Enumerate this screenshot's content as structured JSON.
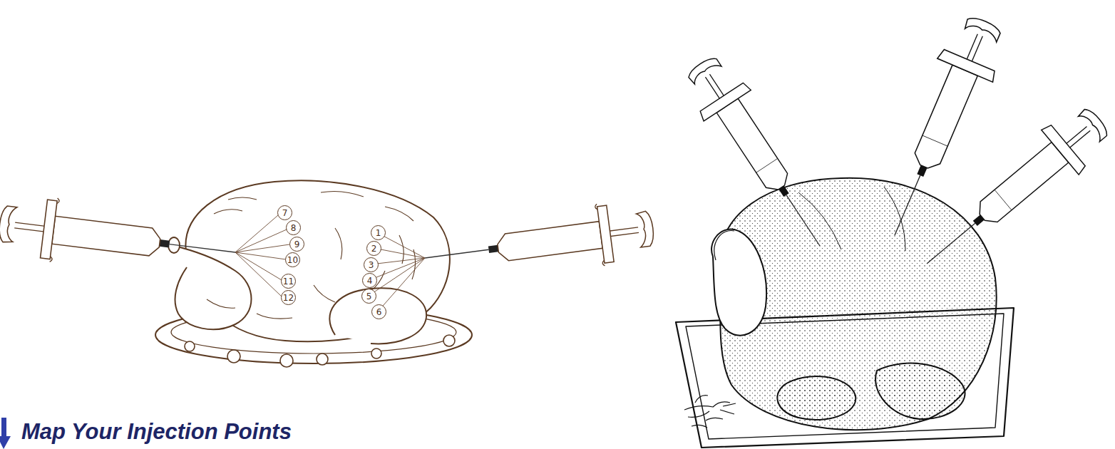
{
  "diagram": {
    "title": "Map Your Injection Points",
    "nodes": [
      {
        "text": [
          "1"
        ]
      },
      {
        "text": [
          "2"
        ]
      },
      {
        "text": [
          "3"
        ]
      },
      {
        "text": [
          "4"
        ]
      },
      {
        "text": [
          "5"
        ]
      },
      {
        "text": [
          "6"
        ]
      },
      {
        "text": [
          "7"
        ]
      },
      {
        "text": [
          "8"
        ]
      },
      {
        "text": [
          "9"
        ]
      },
      {
        "text": [
          "10"
        ]
      },
      {
        "text": [
          "11"
        ]
      },
      {
        "text": [
          "12"
        ]
      }
    ]
  }
}
